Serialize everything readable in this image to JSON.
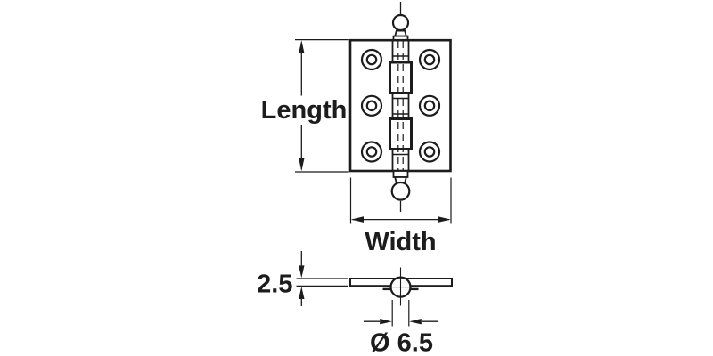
{
  "diagram": {
    "type": "technical-dimension-drawing",
    "subject": "butt-hinge",
    "colors": {
      "line": "#1c1c1c",
      "background": "#ffffff"
    },
    "front_view": {
      "length_label": "Length",
      "width_label": "Width"
    },
    "side_view": {
      "thickness_label": "2.5",
      "pin_diameter_label": "Ø 6.5"
    }
  }
}
